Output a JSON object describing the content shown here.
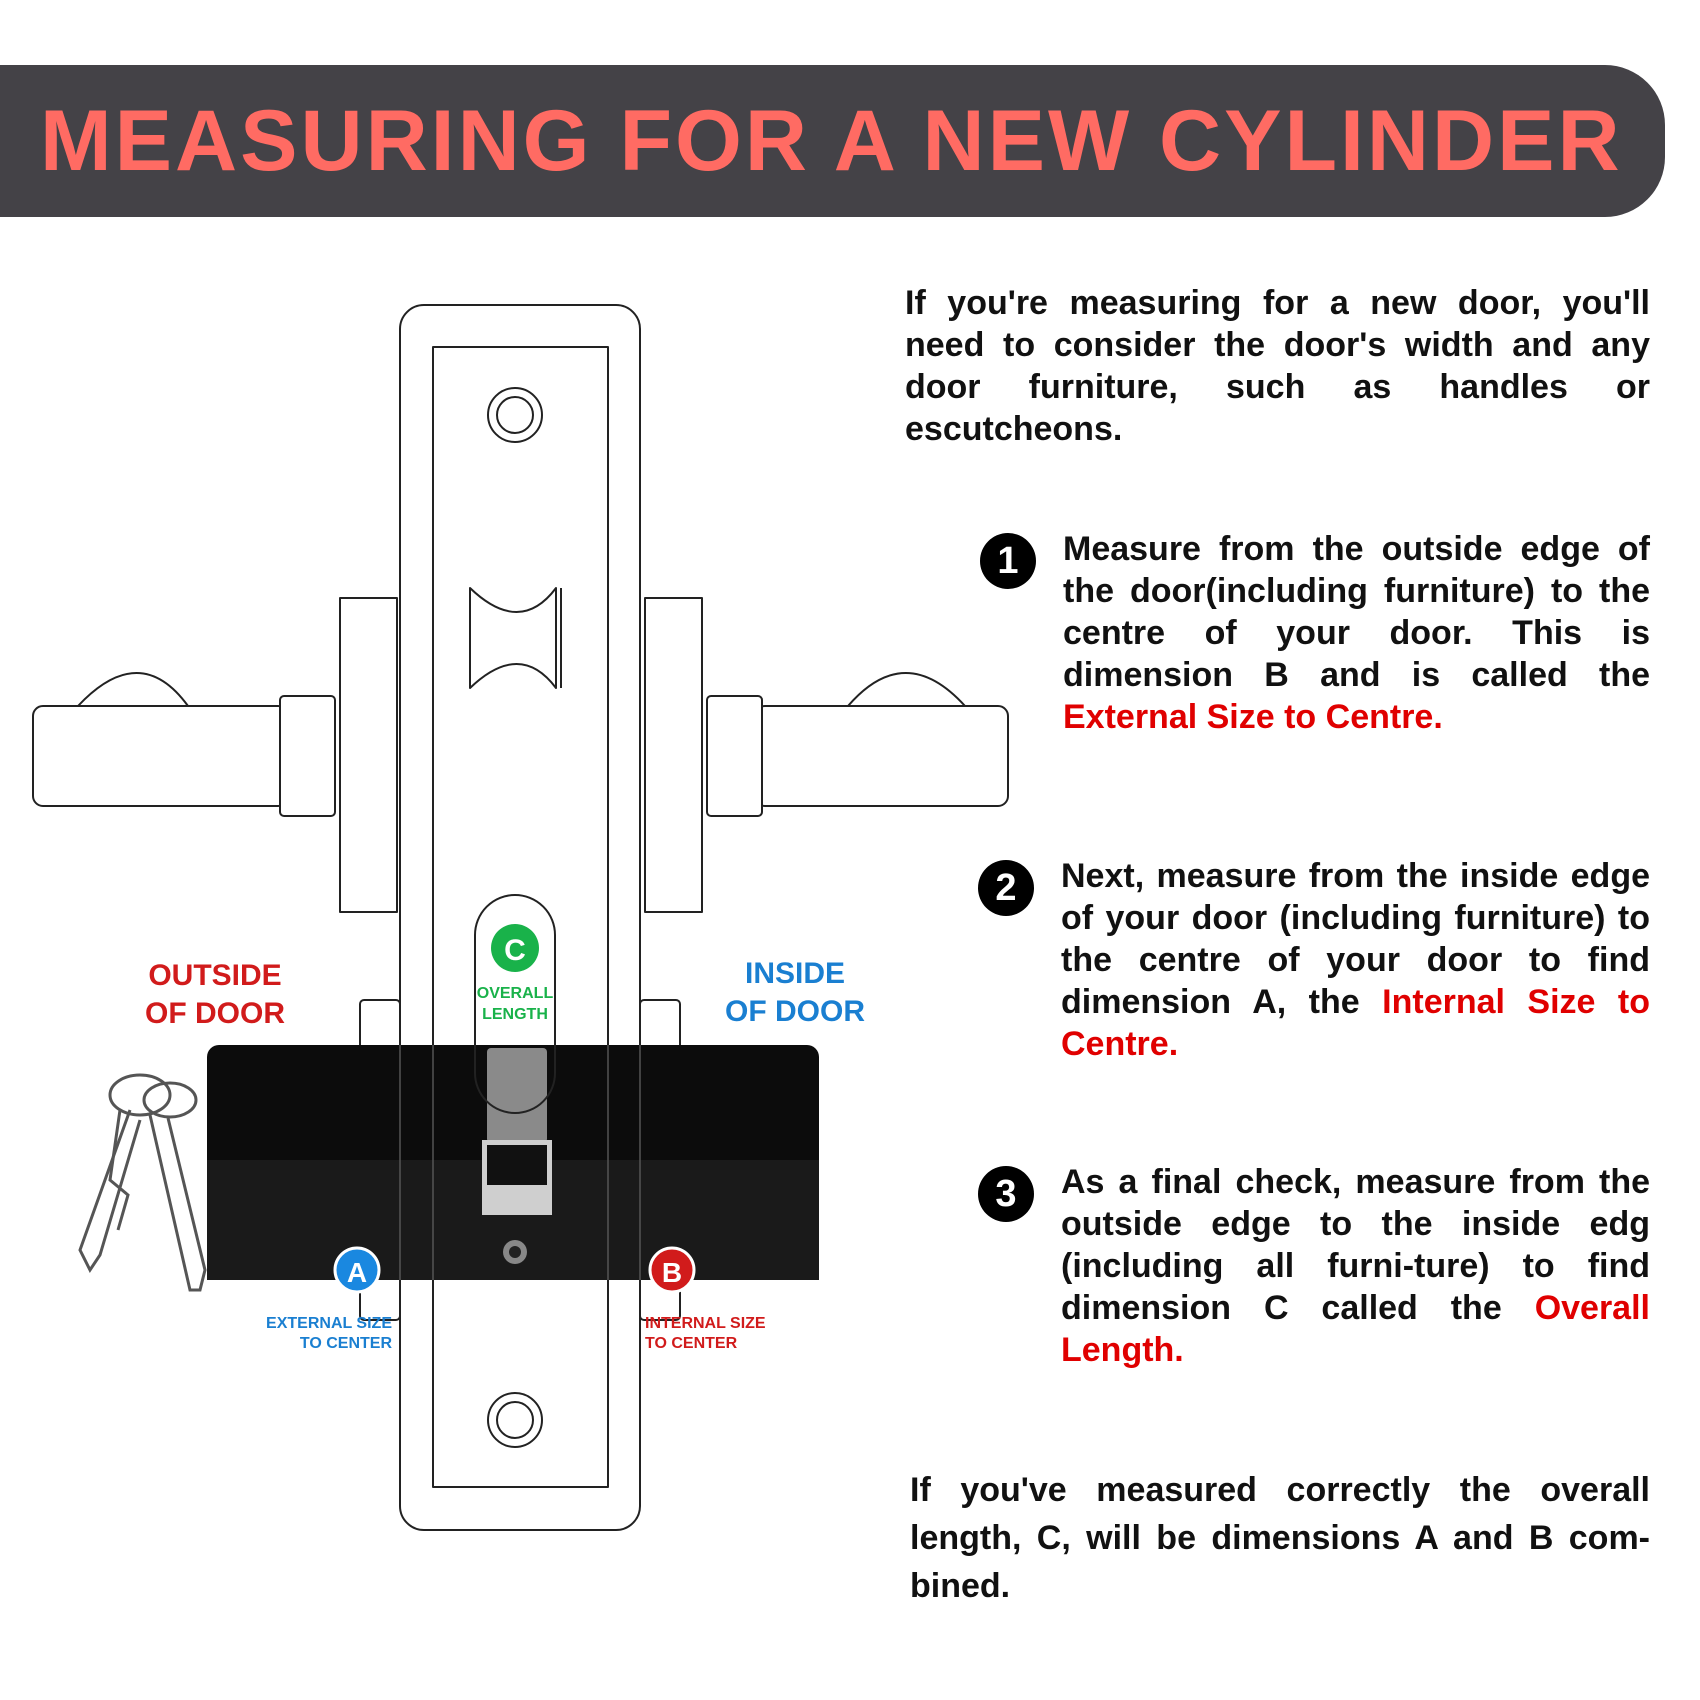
{
  "title": "MEASURING FOR A NEW CYLINDER",
  "diagram": {
    "outside_line1": "OUTSIDE",
    "outside_line2": "OF DOOR",
    "inside_line1": "INSIDE",
    "inside_line2": "OF DOOR",
    "marker_a": "A",
    "marker_b": "B",
    "marker_c": "C",
    "overall_line1": "OVERALL",
    "overall_line2": "LENGTH",
    "external_line1": "EXTERNAL SIZE",
    "external_line2": "TO CENTER",
    "internal_line1": "INTERNAL SIZE",
    "internal_line2": "TO CENTER"
  },
  "intro": "If you're measuring for a new door, you'll need to consider the door's width and any door furniture, such as handles or escutcheons.",
  "steps": [
    {
      "number": "1",
      "text": "Measure from the outside edge of the door(including furniture) to the centre of your door. This is dimension B and is called the",
      "highlight": "External Size to Centre."
    },
    {
      "number": "2",
      "text": "Next, measure from the inside edge of your door (including furniture) to the centre of your door to find dimension A, the",
      "highlight": "Internal Size to Centre."
    },
    {
      "number": "3",
      "text": "As a final check, measure from the outside edge to the inside edg (including all furni-ture) to find dimension C called the",
      "highlight": "Overall Length."
    }
  ],
  "conclusion": "If you've measured correctly the overall length, C, will be dimensions A and B com- bined.",
  "colors": {
    "banner_bg": "#444247",
    "title_text": "#ff6b63",
    "highlight_red": "#e00000",
    "label_red": "#d11b1b",
    "label_blue": "#1a7fd1",
    "marker_green": "#19b24a",
    "marker_blue": "#1a88e0",
    "marker_red": "#d11b1b"
  }
}
